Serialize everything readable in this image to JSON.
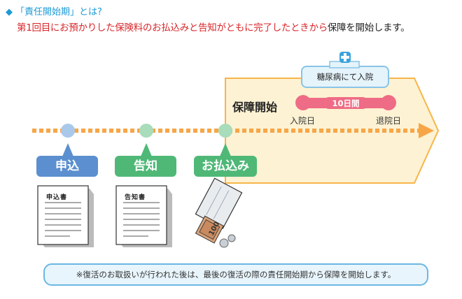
{
  "header": {
    "title": "「責任開始期」とは?",
    "subtitle_red": "第1回目にお預かりした保険料のお払込みと告知がともに完了したときから",
    "subtitle_black": "保障を開始します。"
  },
  "timeline": {
    "steps": [
      {
        "label": "申込",
        "color": "#5b8fcf",
        "dot_color": "#a9c8ea",
        "document_title": "申込書"
      },
      {
        "label": "告知",
        "color": "#4fb877",
        "dot_color": "#a9dcba",
        "document_title": "告知書"
      },
      {
        "label": "お払込み",
        "color": "#4fb877",
        "dot_color": "#a9dcba"
      }
    ],
    "coverage_label": "保障開始",
    "hospital_card_label": "糖尿病にて入院",
    "stay_duration": "10日間",
    "admission_label": "入院日",
    "discharge_label": "退院日",
    "envelope_note": "100"
  },
  "note": "※復活のお取扱いが行われた後は、最後の復活の際の責任開始期から保障を開始します。",
  "colors": {
    "arrow_fill": "#fdf2d3",
    "arrow_stroke": "#f7b54a",
    "dots": "#f7a647",
    "pink": "#ee6c85",
    "blue_title": "#1b9ad6",
    "red_text": "#d9262a"
  }
}
